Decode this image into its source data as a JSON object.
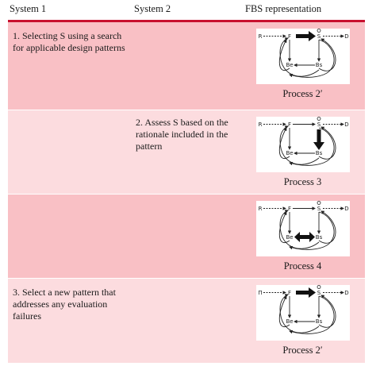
{
  "table": {
    "headers": {
      "col1": "System 1",
      "col2": "System 2",
      "col3": "FBS representation"
    },
    "rows": [
      {
        "system1": "1. Selecting S using a search for applicable design patterns",
        "system2": "",
        "process": "Process 2′",
        "emphasis": "F-to-S"
      },
      {
        "system1": "",
        "system2": "2. Assess S based on the rationale included in the pattern",
        "process": "Process 3",
        "emphasis": "S-to-Bs"
      },
      {
        "system1": "",
        "system2": "",
        "process": "Process 4",
        "emphasis": "Be-Bs"
      },
      {
        "system1": "3. Select a new pattern that addresses any evaluation failures",
        "system2": "",
        "process": "Process 2′",
        "emphasis": "F-to-S"
      }
    ]
  },
  "fbs_labels": {
    "r": "R",
    "f": "F",
    "s": "S",
    "d": "D",
    "be": "Be",
    "bs": "Bs",
    "alt_r": "Π"
  },
  "colors": {
    "accent_rule": "#c8102e",
    "row_dark": "#f9c0c5",
    "row_light": "#fcdcdf"
  }
}
